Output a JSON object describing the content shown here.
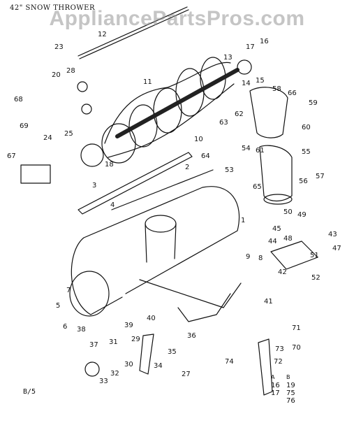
{
  "header": {
    "title": "42\" SNOW THROWER"
  },
  "watermark": "AppliancePartsPros.com",
  "footer": {
    "code": "B/5"
  },
  "parts_table": {
    "headers": [
      "A",
      "B"
    ],
    "rows": [
      [
        "16",
        "19"
      ],
      [
        "17",
        "75"
      ],
      [
        "",
        "76"
      ]
    ]
  },
  "callouts": [
    "1",
    "2",
    "3",
    "4",
    "5",
    "6",
    "7",
    "8",
    "9",
    "10",
    "11",
    "12",
    "13",
    "14",
    "15",
    "16",
    "17",
    "18",
    "20",
    "23",
    "24",
    "25",
    "27",
    "28",
    "29",
    "30",
    "31",
    "32",
    "33",
    "34",
    "35",
    "36",
    "37",
    "38",
    "39",
    "40",
    "41",
    "42",
    "43",
    "44",
    "45",
    "47",
    "48",
    "49",
    "50",
    "51",
    "52",
    "53",
    "54",
    "55",
    "56",
    "57",
    "58",
    "59",
    "60",
    "61",
    "62",
    "63",
    "64",
    "65",
    "66",
    "67",
    "68",
    "69",
    "70",
    "71",
    "72",
    "73",
    "74"
  ]
}
